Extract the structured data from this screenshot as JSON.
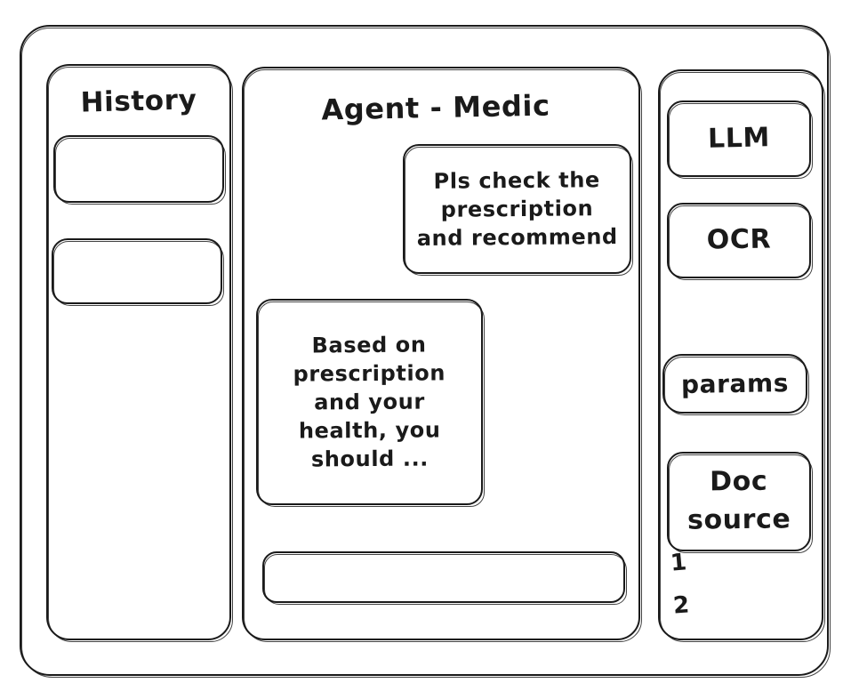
{
  "style": {
    "stroke_color": "#1a1a1a",
    "background_color": "#ffffff",
    "sketch_style": "hand-drawn wireframe"
  },
  "outer_frame": {
    "name": "application-window"
  },
  "history": {
    "title": "History",
    "items": [
      {
        "label": ""
      },
      {
        "label": ""
      }
    ]
  },
  "agent": {
    "title": "Agent - Medic",
    "messages": [
      {
        "role": "user",
        "text": "Pls check the\nprescription\nand recommend"
      },
      {
        "role": "assistant",
        "text": "Based on\nprescription\nand your\nhealth, you\nshould ..."
      }
    ],
    "composer": {
      "value": "",
      "placeholder": ""
    }
  },
  "tools": {
    "cards": [
      {
        "label": "LLM"
      },
      {
        "label": "OCR"
      },
      {
        "label": "params"
      },
      {
        "label": "Doc\nsource"
      }
    ],
    "source_list": [
      {
        "label": "1"
      },
      {
        "label": "2"
      }
    ]
  }
}
